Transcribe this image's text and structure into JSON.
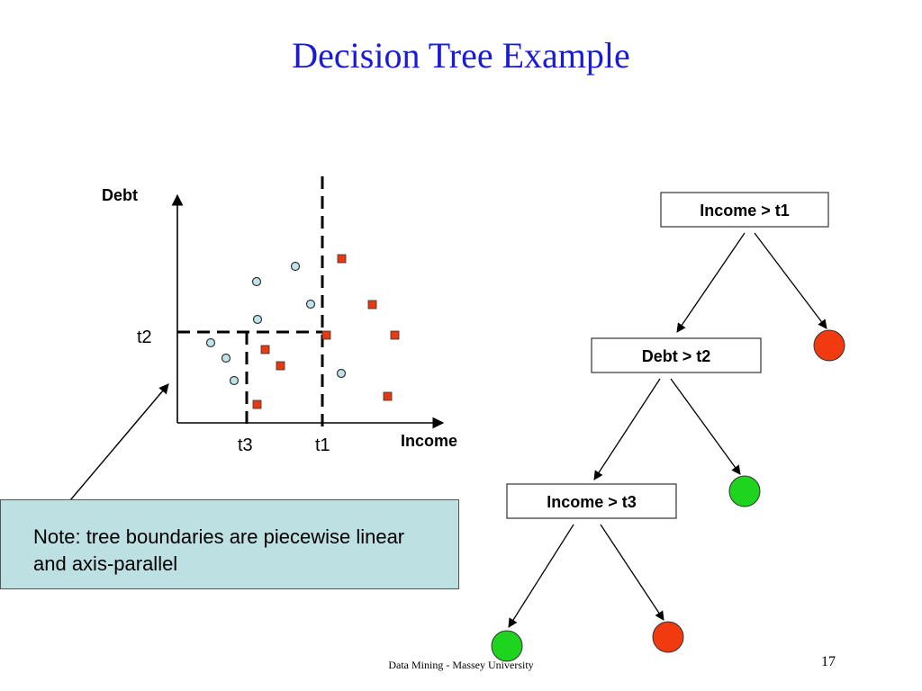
{
  "slide": {
    "title": "Decision Tree Example",
    "footer": "Data Mining - Massey University",
    "page_number": "17"
  },
  "scatter": {
    "y_axis_label": "Debt",
    "x_axis_label": "Income",
    "thresholds": {
      "t1": "t1",
      "t2": "t2",
      "t3": "t3"
    },
    "class_colors": {
      "circle": "#bfe3ea",
      "square": "#e83a10"
    }
  },
  "note": {
    "text": "Note: tree boundaries are piecewise linear and axis-parallel",
    "background": "#bde0e3"
  },
  "tree": {
    "nodes": {
      "root": "Income > t1",
      "debt": "Debt > t2",
      "income3": "Income > t3"
    },
    "leaf_colors": {
      "red": "#f03a10",
      "green": "#1fd41f"
    }
  }
}
